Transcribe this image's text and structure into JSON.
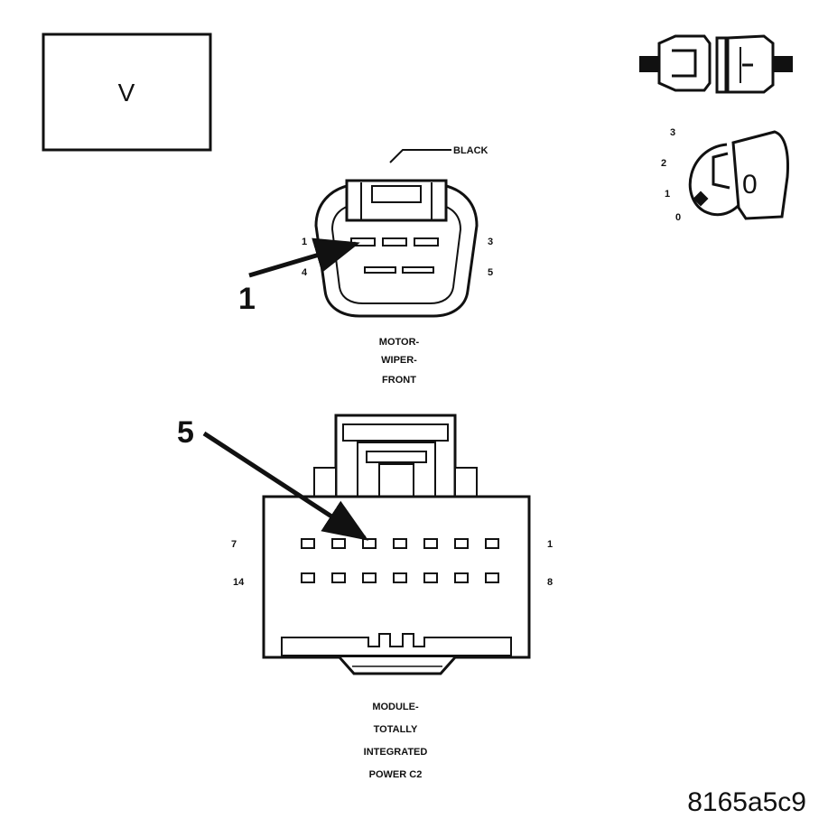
{
  "meter": {
    "mode": "V"
  },
  "ignition": {
    "positions": [
      "3",
      "2",
      "1",
      "0"
    ],
    "key_label": "0"
  },
  "wiper_connector": {
    "color_label": "BLACK",
    "pin_labels": {
      "top_left": "1",
      "bottom_left": "4",
      "top_right": "3",
      "bottom_right": "5"
    },
    "callout": "1",
    "name_lines": [
      "MOTOR-",
      "WIPER-",
      "FRONT"
    ]
  },
  "tipm_connector": {
    "pin_labels": {
      "top_left": "7",
      "bottom_left": "14",
      "top_right": "1",
      "bottom_right": "8"
    },
    "callout": "5",
    "name_lines": [
      "MODULE-",
      "TOTALLY",
      "INTEGRATED",
      "POWER C2"
    ]
  },
  "figure_code": "8165a5c9"
}
